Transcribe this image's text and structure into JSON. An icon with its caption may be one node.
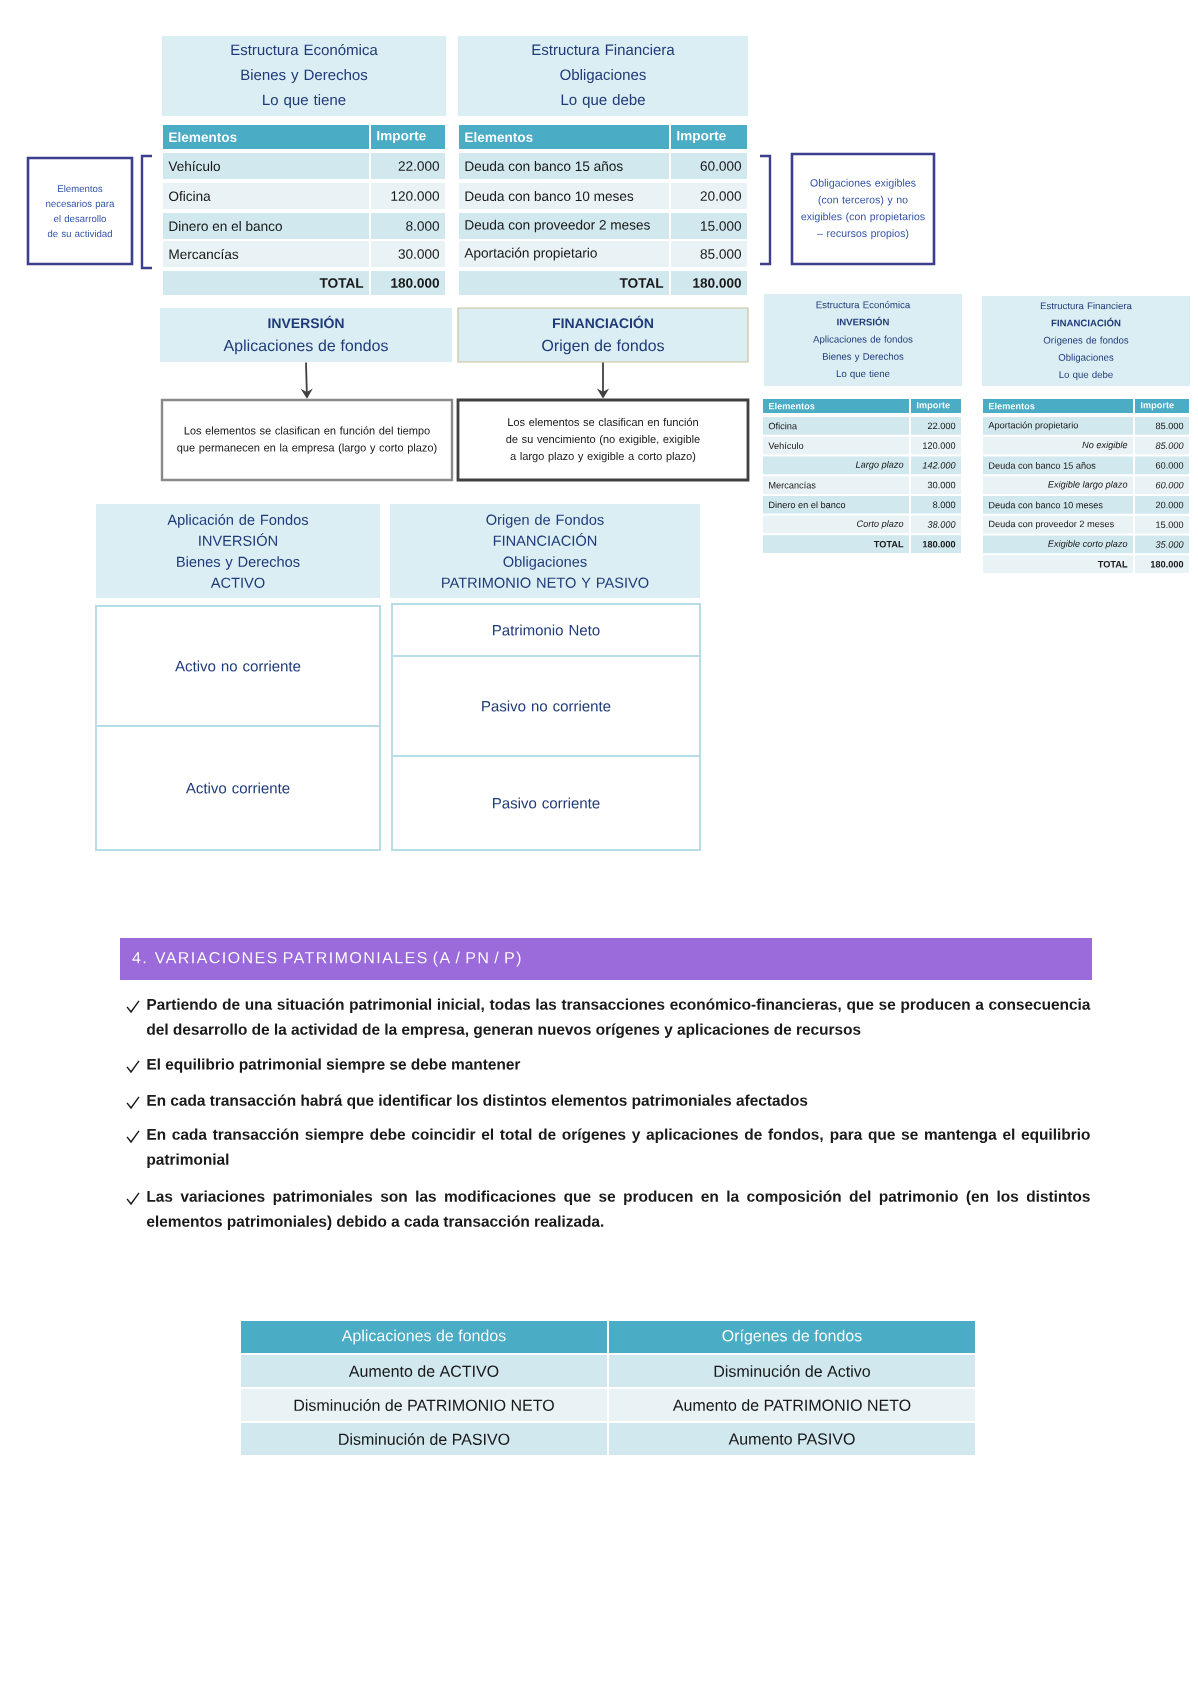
{
  "diagram": {
    "nodes": [
      {
        "text": [
          "Estructura Económica",
          "Bienes y Derechos",
          "Lo que tiene"
        ]
      },
      {
        "text": [
          "Estructura Financiera",
          "Obligaciones",
          "Lo que debe"
        ]
      },
      {
        "text": [
          "Elementos necesarios para el desarrollo de su actividad"
        ]
      },
      {
        "text": [
          "Obligaciones exigibles (con terceros) y no exigibles (con propietarios – recursos propios)"
        ]
      },
      {
        "text": [
          "INVERSIÓN",
          "Aplicaciones de fondos"
        ]
      },
      {
        "text": [
          "FINANCIACIÓN",
          "Origen de fondos"
        ]
      },
      {
        "text": [
          "Los elementos se clasifican en función del tiempo que permanecen en la empresa (largo y corto plazo)"
        ]
      },
      {
        "text": [
          "Los elementos se clasifican en función de su vencimiento (no exigible, exigible a largo plazo y exigible a corto plazo)"
        ]
      },
      {
        "text": [
          "Estructura Económica",
          "INVERSIÓN",
          "Aplicaciones de fondos",
          "Bienes y Derechos",
          "Lo que tiene"
        ]
      },
      {
        "text": [
          "Estructura Financiera",
          "FINANCIACIÓN",
          "Orígenes de fondos",
          "Obligaciones",
          "Lo que debe"
        ]
      },
      {
        "text": [
          "Aplicación de Fondos",
          "INVERSIÓN",
          "Bienes y Derechos",
          "ACTIVO"
        ]
      },
      {
        "text": [
          "Origen de Fondos",
          "FINANCIACIÓN",
          "Obligaciones",
          "PATRIMONIO NETO Y PASIVO"
        ]
      },
      {
        "text": [
          "Activo no corriente"
        ]
      },
      {
        "text": [
          "Activo corriente"
        ]
      },
      {
        "text": [
          "Patrimonio Neto"
        ]
      },
      {
        "text": [
          "Pasivo no corriente"
        ]
      },
      {
        "text": [
          "Pasivo corriente"
        ]
      },
      {
        "text": [
          "4. VARIACIONES PATRIMONIALES (A / PN / P)"
        ]
      }
    ],
    "edges": [
      {
        "from": 4,
        "to": 6,
        "arrow": "to"
      },
      {
        "from": 5,
        "to": 7,
        "arrow": "to"
      }
    ],
    "labels": [
      "Elementos",
      "Importe",
      "Vehículo",
      "22.000",
      "Oficina",
      "120.000",
      "Dinero en el banco",
      "8.000",
      "Mercancías",
      "30.000",
      "TOTAL",
      "180.000",
      "Elementos",
      "Importe",
      "Deuda con banco 15 años",
      "60.000",
      "Deuda con banco 10 meses",
      "20.000",
      "Deuda con proveedor 2 meses",
      "15.000",
      "Aportación propietario",
      "85.000",
      "TOTAL",
      "180.000",
      "Elementos",
      "Importe",
      "Oficina",
      "22.000",
      "Vehículo",
      "120.000",
      "Largo plazo",
      "142.000",
      "Mercancías",
      "30.000",
      "Dinero en el banco",
      "8.000",
      "Corto plazo",
      "38.000",
      "TOTAL",
      "180.000",
      "Elementos",
      "Importe",
      "Aportación propietario",
      "85.000",
      "No exigible",
      "85.000",
      "Deuda con banco 15 años",
      "60.000",
      "Exigible largo plazo",
      "60.000",
      "Deuda con banco 10 meses",
      "20.000",
      "Deuda con proveedor 2 meses",
      "15.000",
      "Exigible corto plazo",
      "35.000",
      "TOTAL",
      "180.000",
      "Partiendo de una situación patrimonial inicial, todas las transacciones económico-financieras, que se producen a consecuencia del desarrollo de la actividad de la empresa, generan nuevos orígenes y aplicaciones de recursos",
      "El equilibrio patrimonial siempre se debe mantener",
      "En cada transacción habrá que identificar los distintos elementos patrimoniales afectados",
      "En cada transacción siempre debe coincidir el total de orígenes y aplicaciones de fondos, para que se mantenga el equilibrio patrimonial",
      "Las variaciones patrimoniales son las modificaciones que se producen en la composición del patrimonio (en los distintos elementos patrimoniales) debido a cada transacción realizada.",
      "Aplicaciones de fondos",
      "Orígenes de fondos",
      "Aumento de ACTIVO",
      "Disminución de Activo",
      "Disminución de PATRIMONIO NETO",
      "Aumento de PATRIMONIO NETO",
      "Disminución de PASIVO",
      "Aumento PASIVO"
    ]
  }
}
